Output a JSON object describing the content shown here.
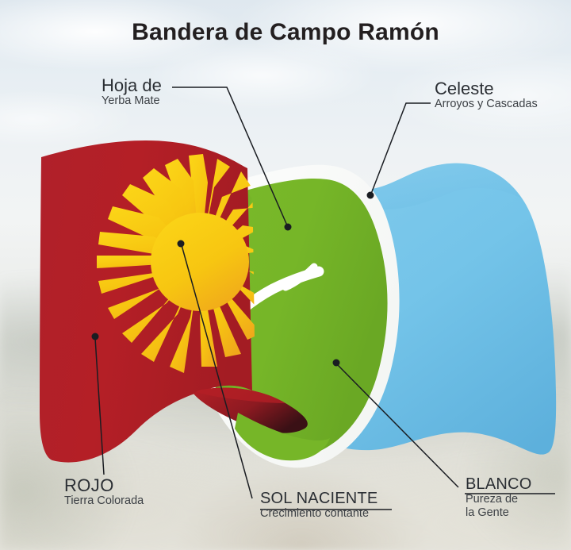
{
  "page": {
    "title": "Bandera de Campo Ramón"
  },
  "callouts": [
    {
      "id": "hoja",
      "head": "Hoja de",
      "sub": "Yerba Mate",
      "underline": false
    },
    {
      "id": "celeste",
      "head": "Celeste",
      "sub": "Arroyos y Cascadas",
      "underline": false
    },
    {
      "id": "rojo",
      "head": "ROJO",
      "sub": "Tierra Colorada",
      "underline": false
    },
    {
      "id": "sol",
      "head": "SOL NACIENTE",
      "sub": "Crecimiento contante",
      "underline": true
    },
    {
      "id": "blanco",
      "head": "BLANCO",
      "sub": "Pureza de",
      "sub2": "la Gente",
      "underline": true
    }
  ],
  "colors": {
    "red": "#b41f26",
    "red_dark": "#7a1a20",
    "red_shadow": "#8e1b22",
    "yellow": "#f7c811",
    "yellow_deep": "#f0a91c",
    "green": "#78b829",
    "green_dark": "#5d9420",
    "green_shade": "#6aa724",
    "white": "#ffffff",
    "celeste": "#74c4e9",
    "celeste_dark": "#5fb2dd",
    "line": "#1a1d22",
    "text": "#2b2f34",
    "title": "#231f20"
  },
  "flag": {
    "name": "bandera-campo-ramon",
    "elements": [
      "franja-roja",
      "sol-naciente",
      "hoja-de-yerba-mate",
      "borde-blanco",
      "campo-celeste"
    ]
  }
}
